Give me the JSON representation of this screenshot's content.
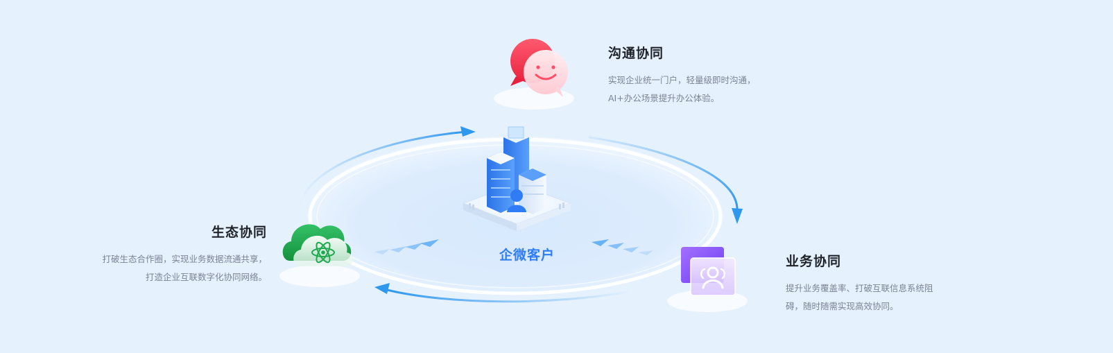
{
  "center": {
    "label": "企微客户"
  },
  "features": {
    "communication": {
      "title": "沟通协同",
      "desc_line1": "实现企业统一门户，轻量级即时沟通，",
      "desc_line2": "AI+办公场景提升办公体验。",
      "icon": "chat-bubbles-icon",
      "color": "#f23d55"
    },
    "ecosystem": {
      "title": "生态协同",
      "desc_line1": "打破生态合作圈，实现业务数据流通共享，",
      "desc_line2": "打造企业互联数字化协同网络。",
      "icon": "cloud-atom-icon",
      "color": "#1fa84f"
    },
    "business": {
      "title": "业务协同",
      "desc_line1": "提升业务覆盖率、打破互联信息系统阻",
      "desc_line2": "碍，随时随需实现高效协同。",
      "icon": "users-card-icon",
      "color": "#8a5cf6"
    }
  },
  "colors": {
    "background": "#e6f1fe",
    "accent_blue": "#2f7cf6",
    "ring_blue": "#3aa0f0"
  }
}
